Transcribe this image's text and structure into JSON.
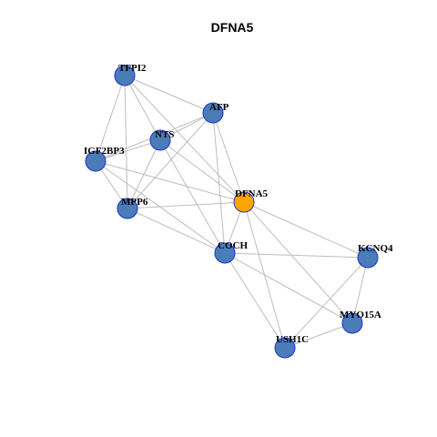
{
  "title": "DFNA5",
  "colors": {
    "default_node": "#4a7db8",
    "highlight_node": "#ffa500",
    "node_border": "#1f2fcf",
    "edge": "#bdbdbd"
  },
  "nodes": [
    {
      "id": "TFPI2",
      "label": "TFPI2",
      "highlight": false
    },
    {
      "id": "AFP",
      "label": "AFP",
      "highlight": false
    },
    {
      "id": "NTS",
      "label": "NTS",
      "highlight": false
    },
    {
      "id": "IGF2BP3",
      "label": "IGF2BP3",
      "highlight": false
    },
    {
      "id": "DFNA5",
      "label": "DFNA5",
      "highlight": true
    },
    {
      "id": "MPP6",
      "label": "MPP6",
      "highlight": false
    },
    {
      "id": "COCH",
      "label": "COCH",
      "highlight": false
    },
    {
      "id": "KCNQ4",
      "label": "KCNQ4",
      "highlight": false
    },
    {
      "id": "MYO15A",
      "label": "MYO15A",
      "highlight": false
    },
    {
      "id": "USH1C",
      "label": "USH1C",
      "highlight": false
    }
  ],
  "edges": [
    [
      "TFPI2",
      "AFP"
    ],
    [
      "TFPI2",
      "NTS"
    ],
    [
      "TFPI2",
      "IGF2BP3"
    ],
    [
      "TFPI2",
      "MPP6"
    ],
    [
      "TFPI2",
      "DFNA5"
    ],
    [
      "AFP",
      "NTS"
    ],
    [
      "AFP",
      "IGF2BP3"
    ],
    [
      "AFP",
      "MPP6"
    ],
    [
      "AFP",
      "DFNA5"
    ],
    [
      "AFP",
      "COCH"
    ],
    [
      "NTS",
      "IGF2BP3"
    ],
    [
      "NTS",
      "MPP6"
    ],
    [
      "NTS",
      "DFNA5"
    ],
    [
      "NTS",
      "COCH"
    ],
    [
      "IGF2BP3",
      "MPP6"
    ],
    [
      "IGF2BP3",
      "DFNA5"
    ],
    [
      "IGF2BP3",
      "COCH"
    ],
    [
      "MPP6",
      "DFNA5"
    ],
    [
      "MPP6",
      "COCH"
    ],
    [
      "DFNA5",
      "COCH"
    ],
    [
      "DFNA5",
      "KCNQ4"
    ],
    [
      "DFNA5",
      "MYO15A"
    ],
    [
      "DFNA5",
      "USH1C"
    ],
    [
      "COCH",
      "KCNQ4"
    ],
    [
      "COCH",
      "MYO15A"
    ],
    [
      "COCH",
      "USH1C"
    ],
    [
      "KCNQ4",
      "MYO15A"
    ],
    [
      "KCNQ4",
      "USH1C"
    ],
    [
      "MYO15A",
      "USH1C"
    ]
  ]
}
